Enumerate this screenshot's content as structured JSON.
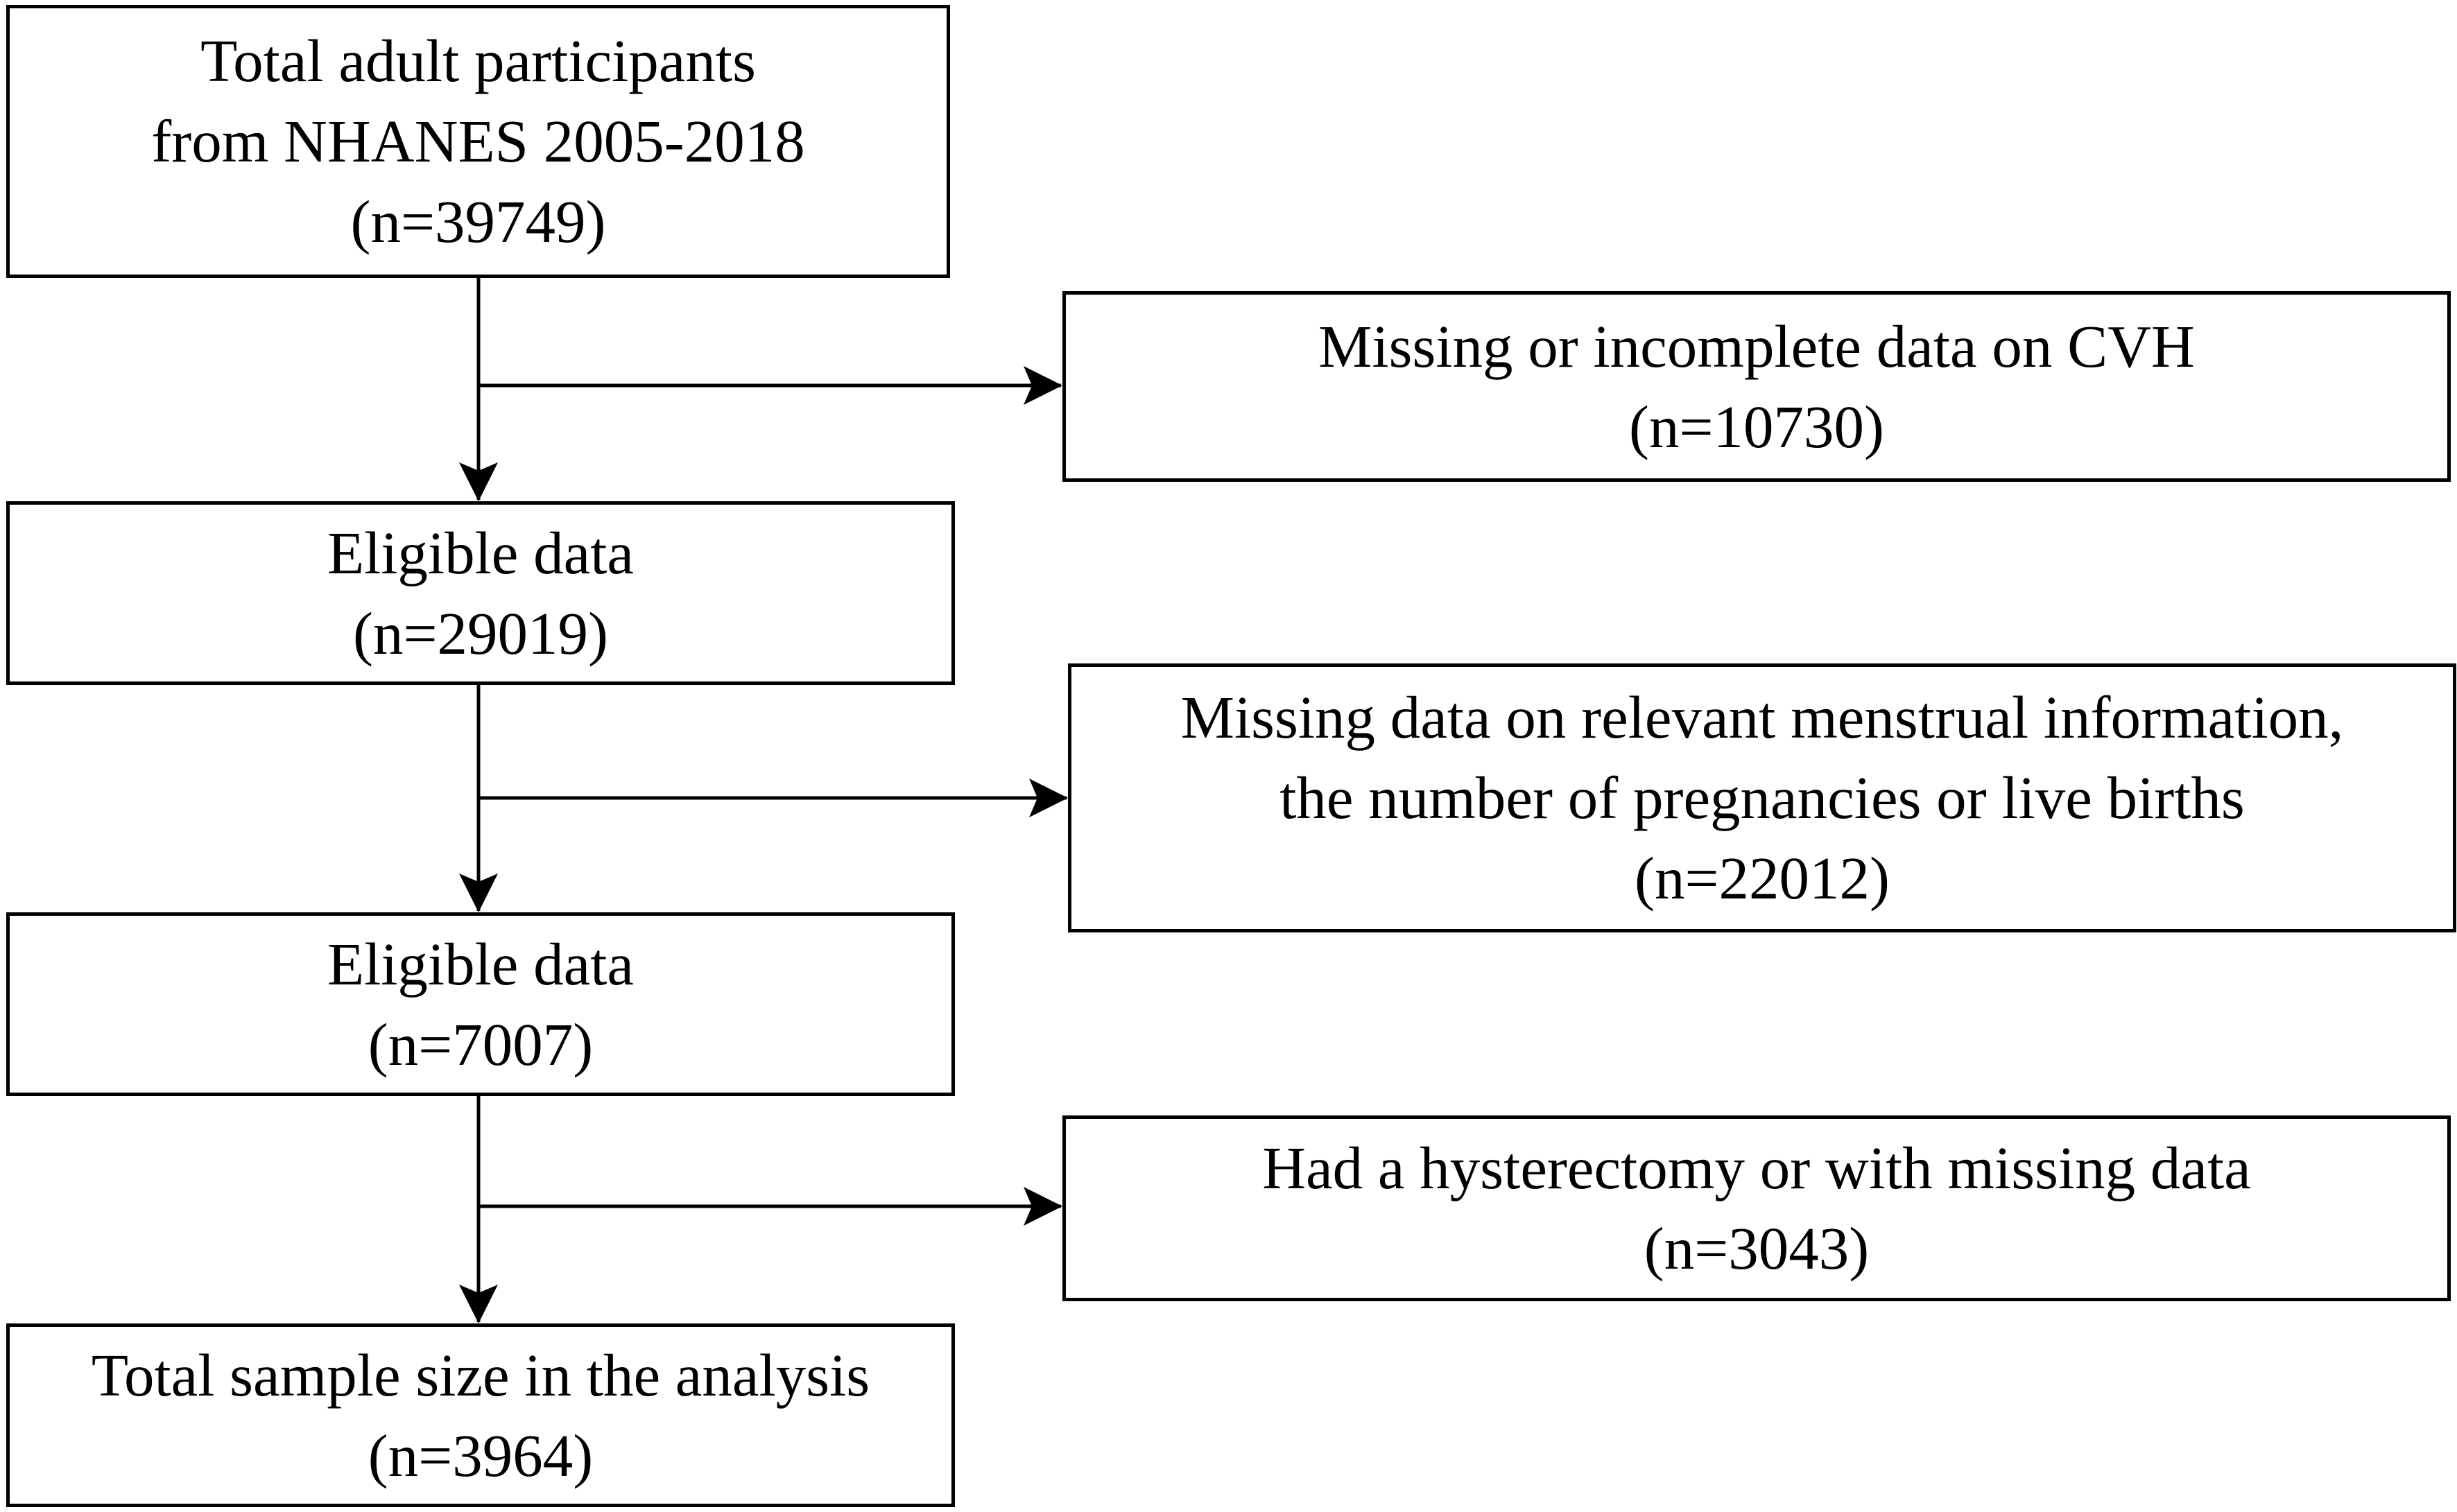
{
  "boxes": {
    "main1": {
      "lines": [
        "Total adult participants",
        "from NHANES 2005-2018",
        "(n=39749)"
      ]
    },
    "exclusion1": {
      "lines": [
        "Missing or incomplete data on CVH",
        "(n=10730)"
      ]
    },
    "main2": {
      "lines": [
        "Eligible data",
        "(n=29019)"
      ]
    },
    "exclusion2": {
      "lines": [
        "Missing data on relevant menstrual information,",
        "the number of pregnancies or live births",
        "(n=22012)"
      ]
    },
    "main3": {
      "lines": [
        "Eligible data",
        "(n=7007)"
      ]
    },
    "exclusion3": {
      "lines": [
        "Had a hysterectomy or with missing data",
        "(n=3043)"
      ]
    },
    "main4": {
      "lines": [
        "Total sample size in the analysis",
        "(n=3964)"
      ]
    }
  },
  "colors": {
    "stroke": "#000000",
    "background": "#ffffff"
  }
}
